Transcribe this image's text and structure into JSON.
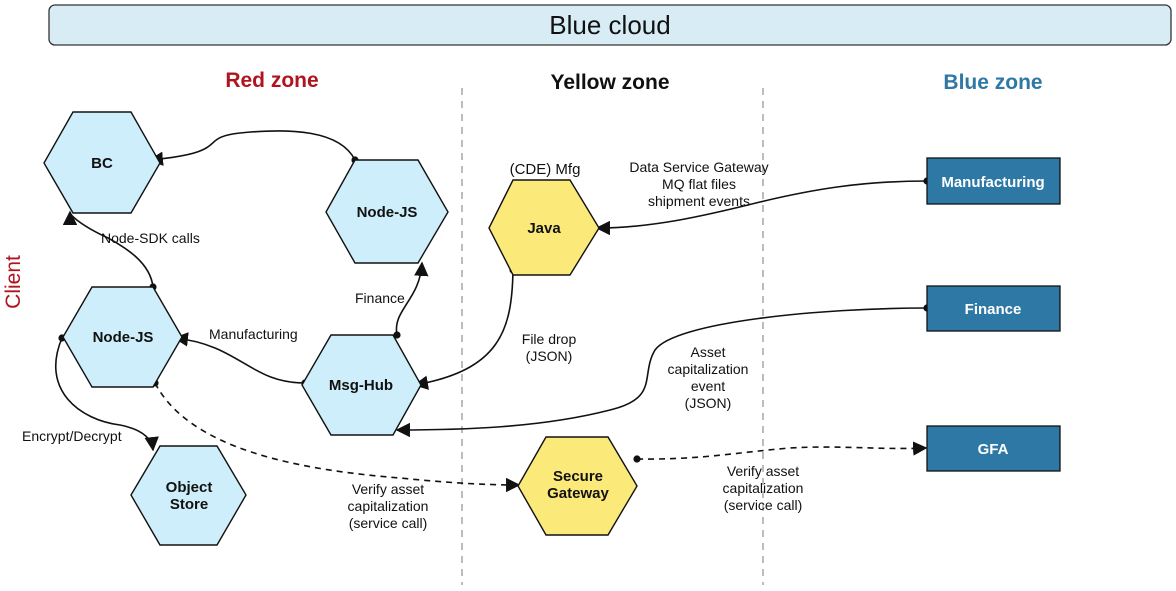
{
  "banner": {
    "title": "Blue cloud"
  },
  "zones": {
    "red": {
      "label": "Red zone",
      "color": "#b0141e"
    },
    "yellow": {
      "label": "Yellow zone",
      "color": "#111111"
    },
    "blue": {
      "label": "Blue zone",
      "color": "#2e78a5"
    }
  },
  "client_label": "Client",
  "client_color": "#b0141e",
  "colors": {
    "hex_blue_fill": "#cdeefa",
    "hex_yellow_fill": "#fbea7a",
    "box_fill": "#2e78a5",
    "banner_fill": "#d7ecf5"
  },
  "nodes": {
    "bc": "BC",
    "nodejs_top": "Node-JS",
    "nodejs_left": "Node-JS",
    "msghub": "Msg-Hub",
    "object_store": [
      "Object",
      "Store"
    ],
    "java": "Java",
    "secure_gateway": [
      "Secure",
      "Gateway"
    ],
    "manufacturing": "Manufacturing",
    "finance": "Finance",
    "gfa": "GFA"
  },
  "labels": {
    "cde_mfg": "(CDE) Mfg",
    "node_sdk_calls": "Node-SDK calls",
    "finance_edge": "Finance",
    "manufacturing_edge": "Manufacturing",
    "encrypt_decrypt": "Encrypt/Decrypt",
    "data_service": [
      "Data Service Gateway",
      "MQ flat files",
      "shipment events"
    ],
    "file_drop": [
      "File drop",
      "(JSON)"
    ],
    "asset_cap_event": [
      "Asset",
      "capitalization",
      "event",
      "(JSON)"
    ],
    "verify_left": [
      "Verify asset",
      "capitalization",
      "(service call)"
    ],
    "verify_right": [
      "Verify asset",
      "capitalization",
      "(service call)"
    ]
  }
}
